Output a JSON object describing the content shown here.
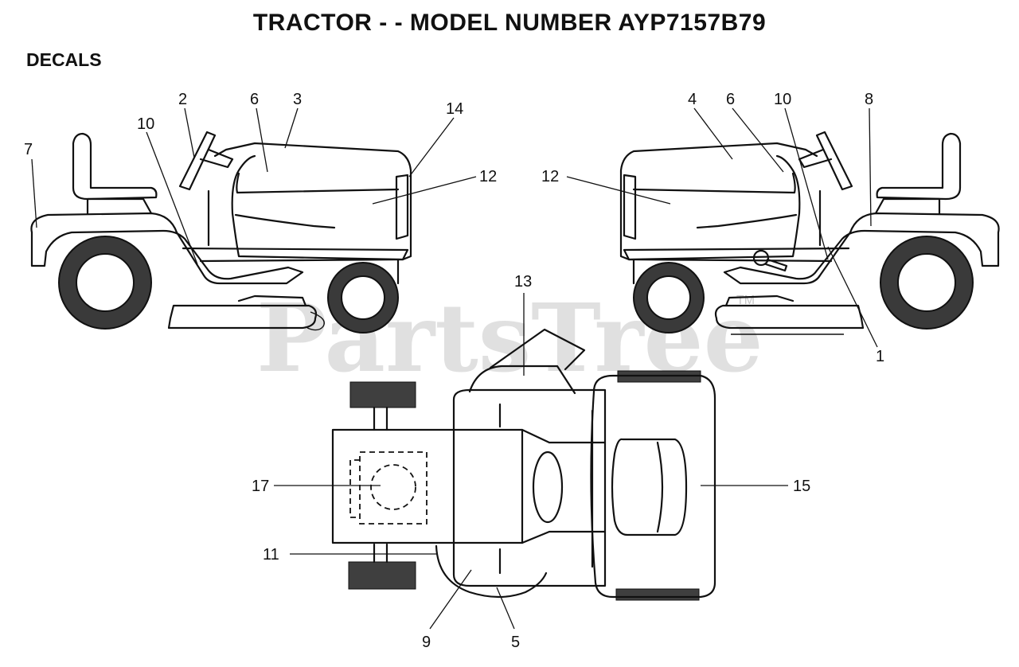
{
  "header": {
    "title": "TRACTOR - - MODEL NUMBER AYP7157B79",
    "subtitle": "DECALS"
  },
  "watermark": {
    "text": "PartsTree",
    "trademark": "TM"
  },
  "callouts": {
    "left_side_view": [
      "7",
      "2",
      "10",
      "6",
      "3",
      "14",
      "12"
    ],
    "right_side_view": [
      "12",
      "4",
      "6",
      "10",
      "8",
      "1"
    ],
    "top_view": [
      "13",
      "17",
      "15",
      "11",
      "9",
      "5"
    ]
  }
}
